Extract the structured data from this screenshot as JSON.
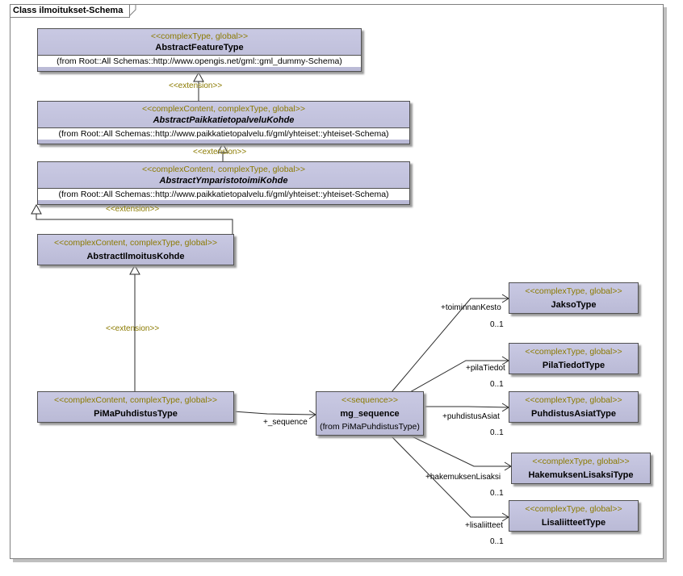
{
  "frame": {
    "title": "Class ilmoitukset-Schema"
  },
  "classes": {
    "abstract_feature": {
      "stereotype": "<<complexType, global>>",
      "name": "AbstractFeatureType",
      "from": "(from Root::All Schemas::http://www.opengis.net/gml::gml_dummy-Schema)"
    },
    "abstract_paikkatieto": {
      "stereotype": "<<complexContent, complexType, global>>",
      "name": "AbstractPaikkatietopalveluKohde",
      "from": "(from Root::All Schemas::http://www.paikkatietopalvelu.fi/gml/yhteiset::yhteiset-Schema)"
    },
    "abstract_ymparisto": {
      "stereotype": "<<complexContent, complexType, global>>",
      "name": "AbstractYmparistotoimiKohde",
      "from": "(from Root::All Schemas::http://www.paikkatietopalvelu.fi/gml/yhteiset::yhteiset-Schema)"
    },
    "abstract_ilmoitus": {
      "stereotype": "<<complexContent, complexType, global>>",
      "name": "AbstractIlmoitusKohde"
    },
    "pima": {
      "stereotype": "<<complexContent, complexType, global>>",
      "name": "PiMaPuhdistusType"
    },
    "mg_sequence": {
      "stereotype": "<<sequence>>",
      "name": "mg_sequence",
      "from": "(from PiMaPuhdistusType)"
    },
    "jakso": {
      "stereotype": "<<complexType, global>>",
      "name": "JaksoType"
    },
    "pila": {
      "stereotype": "<<complexType, global>>",
      "name": "PilaTiedotType"
    },
    "puhdistus": {
      "stereotype": "<<complexType, global>>",
      "name": "PuhdistusAsiatType"
    },
    "hakemus": {
      "stereotype": "<<complexType, global>>",
      "name": "HakemuksenLisaksiType"
    },
    "liitteet": {
      "stereotype": "<<complexType, global>>",
      "name": "LisaliitteetType"
    }
  },
  "relations": {
    "ext1": "<<extension>>",
    "ext2": "<<extension>>",
    "ext3": "<<extension>>",
    "ext4": "<<extension>>",
    "seq_role": "+_sequence",
    "role_jakso": "+toiminnanKesto",
    "mult_jakso": "0..1",
    "role_pila": "+pilaTiedot",
    "mult_pila": "0..1",
    "role_puhdistus": "+puhdistusAsiat",
    "mult_puhdistus": "0..1",
    "role_hakemus": "+hakemuksenLisaksi",
    "mult_hakemus": "0..1",
    "role_liitteet": "+lisaliitteet",
    "mult_liitteet": "0..1"
  }
}
